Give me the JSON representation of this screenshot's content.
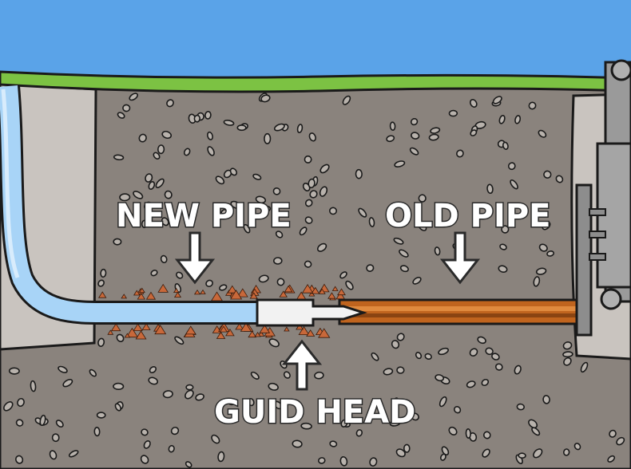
{
  "labels": {
    "new_pipe": "NEW PIPE",
    "old_pipe": "OLD PIPE",
    "guide_head": "GUID HEAD"
  },
  "colors": {
    "sky": "#5aa3e8",
    "grass": "#7cc243",
    "soil": "#8a837d",
    "pit_wall": "#c9c4bf",
    "new_pipe": "#a8d4f7",
    "old_pipe": "#c0641e",
    "machine": "#9a9a9a",
    "debris": "#c8683a",
    "label_text": "#ffffff",
    "outline": "#1a1a1a"
  },
  "icons": {
    "new_pipe_arrow": "down-arrow-icon",
    "old_pipe_arrow": "down-arrow-icon",
    "guide_head_arrow": "up-arrow-icon"
  }
}
